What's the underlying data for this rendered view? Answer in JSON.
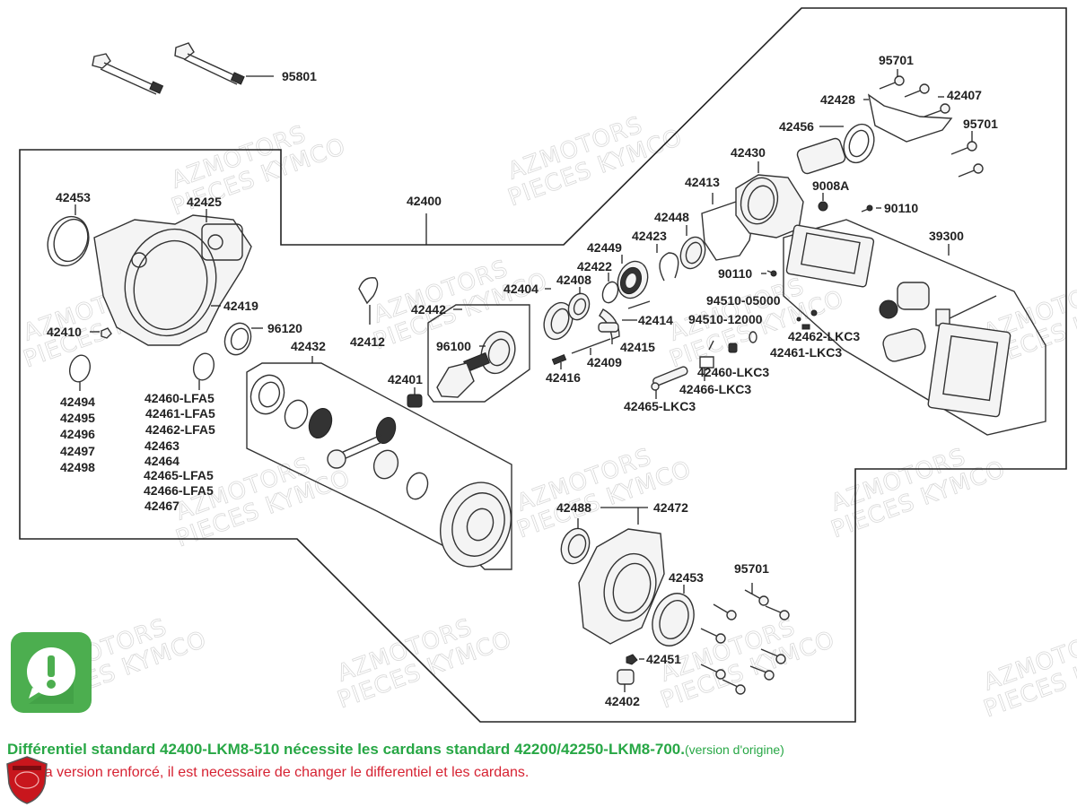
{
  "watermark": {
    "line1": "AZMOTORS",
    "line2": "PIECES KYMCO"
  },
  "diagram": {
    "assembly_label": "42400",
    "labels": [
      {
        "id": "95801",
        "text": "95801"
      },
      {
        "id": "42453a",
        "text": "42453"
      },
      {
        "id": "42425",
        "text": "42425"
      },
      {
        "id": "42400",
        "text": "42400"
      },
      {
        "id": "42419",
        "text": "42419"
      },
      {
        "id": "96120",
        "text": "96120"
      },
      {
        "id": "42410",
        "text": "42410"
      },
      {
        "id": "42412",
        "text": "42412"
      },
      {
        "id": "42432",
        "text": "42432"
      },
      {
        "id": "42442",
        "text": "42442"
      },
      {
        "id": "96100",
        "text": "96100"
      },
      {
        "id": "42401",
        "text": "42401"
      },
      {
        "id": "42404",
        "text": "42404"
      },
      {
        "id": "42408",
        "text": "42408"
      },
      {
        "id": "42422",
        "text": "42422"
      },
      {
        "id": "42449",
        "text": "42449"
      },
      {
        "id": "42423",
        "text": "42423"
      },
      {
        "id": "42448",
        "text": "42448"
      },
      {
        "id": "42413",
        "text": "42413"
      },
      {
        "id": "42430",
        "text": "42430"
      },
      {
        "id": "42456",
        "text": "42456"
      },
      {
        "id": "42428",
        "text": "42428"
      },
      {
        "id": "95701a",
        "text": "95701"
      },
      {
        "id": "42407",
        "text": "42407"
      },
      {
        "id": "95701b",
        "text": "95701"
      },
      {
        "id": "9008A",
        "text": "9008A"
      },
      {
        "id": "90110a",
        "text": "90110"
      },
      {
        "id": "39300",
        "text": "39300"
      },
      {
        "id": "90110b",
        "text": "90110"
      },
      {
        "id": "94510-05000",
        "text": "94510-05000"
      },
      {
        "id": "94510-12000",
        "text": "94510-12000"
      },
      {
        "id": "42462-LKC3",
        "text": "42462-LKC3"
      },
      {
        "id": "42461-LKC3",
        "text": "42461-LKC3"
      },
      {
        "id": "42460-LKC3",
        "text": "42460-LKC3"
      },
      {
        "id": "42466-LKC3",
        "text": "42466-LKC3"
      },
      {
        "id": "42465-LKC3",
        "text": "42465-LKC3"
      },
      {
        "id": "42414",
        "text": "42414"
      },
      {
        "id": "42415",
        "text": "42415"
      },
      {
        "id": "42409",
        "text": "42409"
      },
      {
        "id": "42416",
        "text": "42416"
      },
      {
        "id": "42488",
        "text": "42488"
      },
      {
        "id": "42472",
        "text": "42472"
      },
      {
        "id": "42453b",
        "text": "42453"
      },
      {
        "id": "95701c",
        "text": "95701"
      },
      {
        "id": "42451",
        "text": "42451"
      },
      {
        "id": "42402",
        "text": "42402"
      }
    ],
    "oring_group_left": [
      "42494",
      "42495",
      "42496",
      "42497",
      "42498"
    ],
    "oring_group_right": [
      "42460-LFA5",
      "42461-LFA5",
      "42462-LFA5",
      "42463",
      "42464",
      "42465-LFA5",
      "42466-LFA5",
      "42467"
    ]
  },
  "notes": {
    "green_bold": "Différentiel standard 42400-LKM8-510 nécessite les cardans standard 42200/42250-LKM8-700.",
    "green_small": "(version d'origine)",
    "red": "Pour la version renforcé, il est necessaire de changer le differentiel et les cardans."
  },
  "icons": {
    "alert": "exclamation-speech-bubble-icon",
    "brand": "azmotors-shield-logo"
  },
  "colors": {
    "note_green": "#27a745",
    "note_red": "#d62232",
    "alert_bg": "#4cae4f"
  }
}
